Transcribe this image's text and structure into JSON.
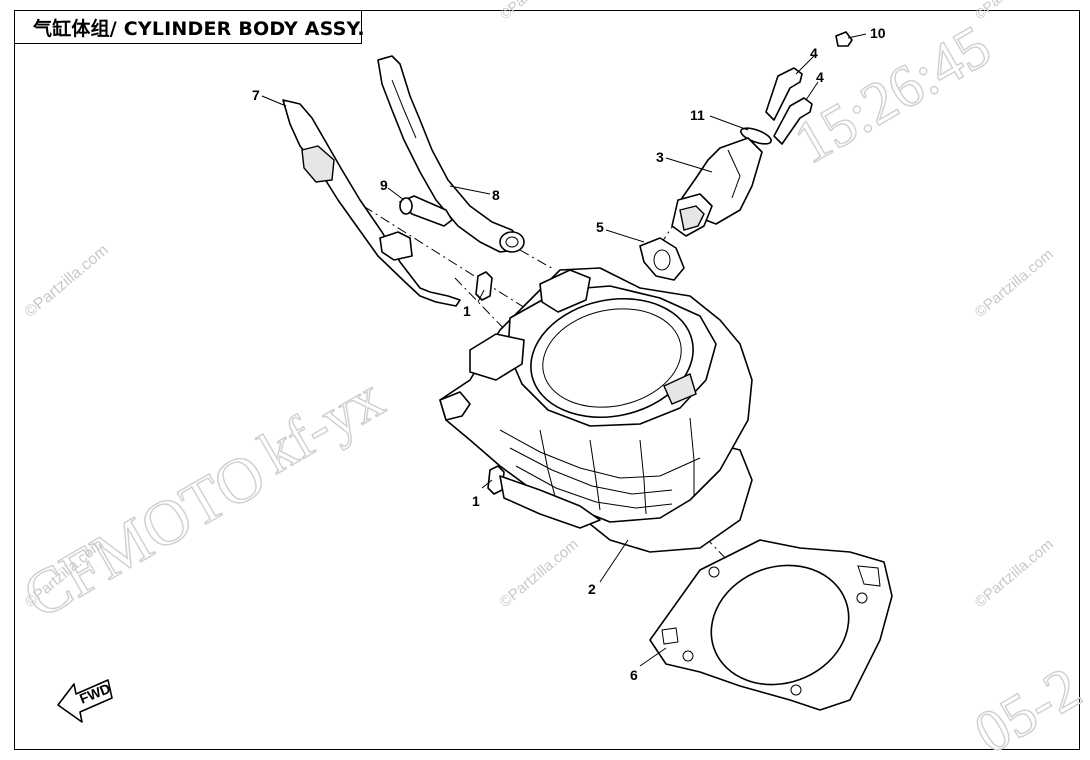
{
  "title": "气缸体组/ CYLINDER BODY ASSY.",
  "watermarks": {
    "partzilla": "©Partzilla.com",
    "brand": "CFMOTO",
    "code": "kf-yx",
    "time": "15:26:45",
    "date_fragment": "05-2"
  },
  "callouts": [
    {
      "id": "c1a",
      "label": "1"
    },
    {
      "id": "c1b",
      "label": "1"
    },
    {
      "id": "c2",
      "label": "2"
    },
    {
      "id": "c3",
      "label": "3"
    },
    {
      "id": "c4a",
      "label": "4"
    },
    {
      "id": "c4b",
      "label": "4"
    },
    {
      "id": "c5",
      "label": "5"
    },
    {
      "id": "c6",
      "label": "6"
    },
    {
      "id": "c7",
      "label": "7"
    },
    {
      "id": "c8",
      "label": "8"
    },
    {
      "id": "c9",
      "label": "9"
    },
    {
      "id": "c10",
      "label": "10"
    },
    {
      "id": "c11",
      "label": "11"
    }
  ],
  "fwd_label": "FWD"
}
